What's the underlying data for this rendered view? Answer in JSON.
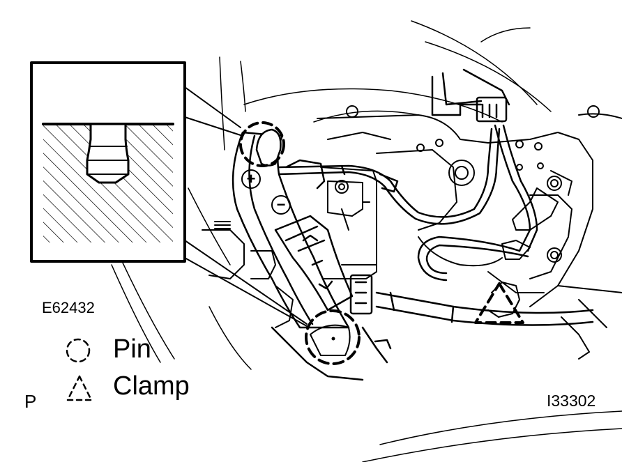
{
  "figure": {
    "illustration_code": "E62432",
    "drawing_number": "I33302",
    "page_letter": "P"
  },
  "legend": {
    "pin_label": "Pin",
    "clamp_label": "Clamp",
    "pin_icon": "dashed-circle-icon",
    "clamp_icon": "dashed-triangle-icon"
  },
  "switch_symbols": {
    "plus": "+",
    "minus": "−"
  }
}
